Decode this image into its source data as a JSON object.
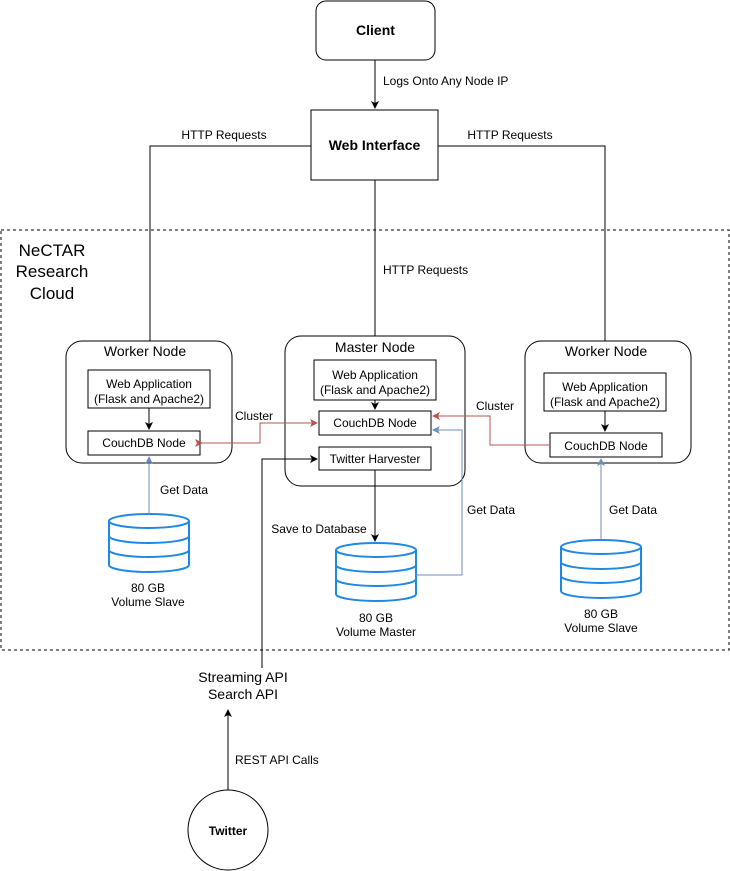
{
  "nodes": {
    "client": "Client",
    "web_interface": "Web Interface",
    "region_label": [
      "NeCTAR",
      "Research",
      "Cloud"
    ],
    "worker_left": {
      "title": "Worker Node",
      "web_app": [
        "Web Application",
        "(Flask and Apache2)"
      ],
      "couchdb": "CouchDB Node"
    },
    "master": {
      "title": "Master Node",
      "web_app": [
        "Web Application",
        "(Flask and Apache2)"
      ],
      "couchdb": "CouchDB Node",
      "harvester": "Twitter Harvester"
    },
    "worker_right": {
      "title": "Worker Node",
      "web_app": [
        "Web Application",
        "(Flask and Apache2)"
      ],
      "couchdb": "CouchDB Node"
    },
    "volume_left": [
      "80 GB",
      "Volume Slave"
    ],
    "volume_master": [
      "80 GB",
      "Volume Master"
    ],
    "volume_right": [
      "80 GB",
      "Volume Slave"
    ],
    "apis": [
      "Streaming API",
      "Search API"
    ],
    "twitter": "Twitter"
  },
  "edges": {
    "logs_onto": "Logs Onto Any Node IP",
    "http_left": "HTTP Requests",
    "http_right": "HTTP Requests",
    "http_center": "HTTP Requests",
    "cluster_left": "Cluster",
    "cluster_right": "Cluster",
    "get_data_left": "Get Data",
    "get_data_master": "Get Data",
    "get_data_right": "Get Data",
    "save_db": "Save to Database",
    "rest_calls": "REST API Calls"
  },
  "colors": {
    "cluster_line": "#b85450",
    "data_line": "#6c8ebf",
    "volume": "#1e88e5",
    "region_border": "#000000"
  }
}
